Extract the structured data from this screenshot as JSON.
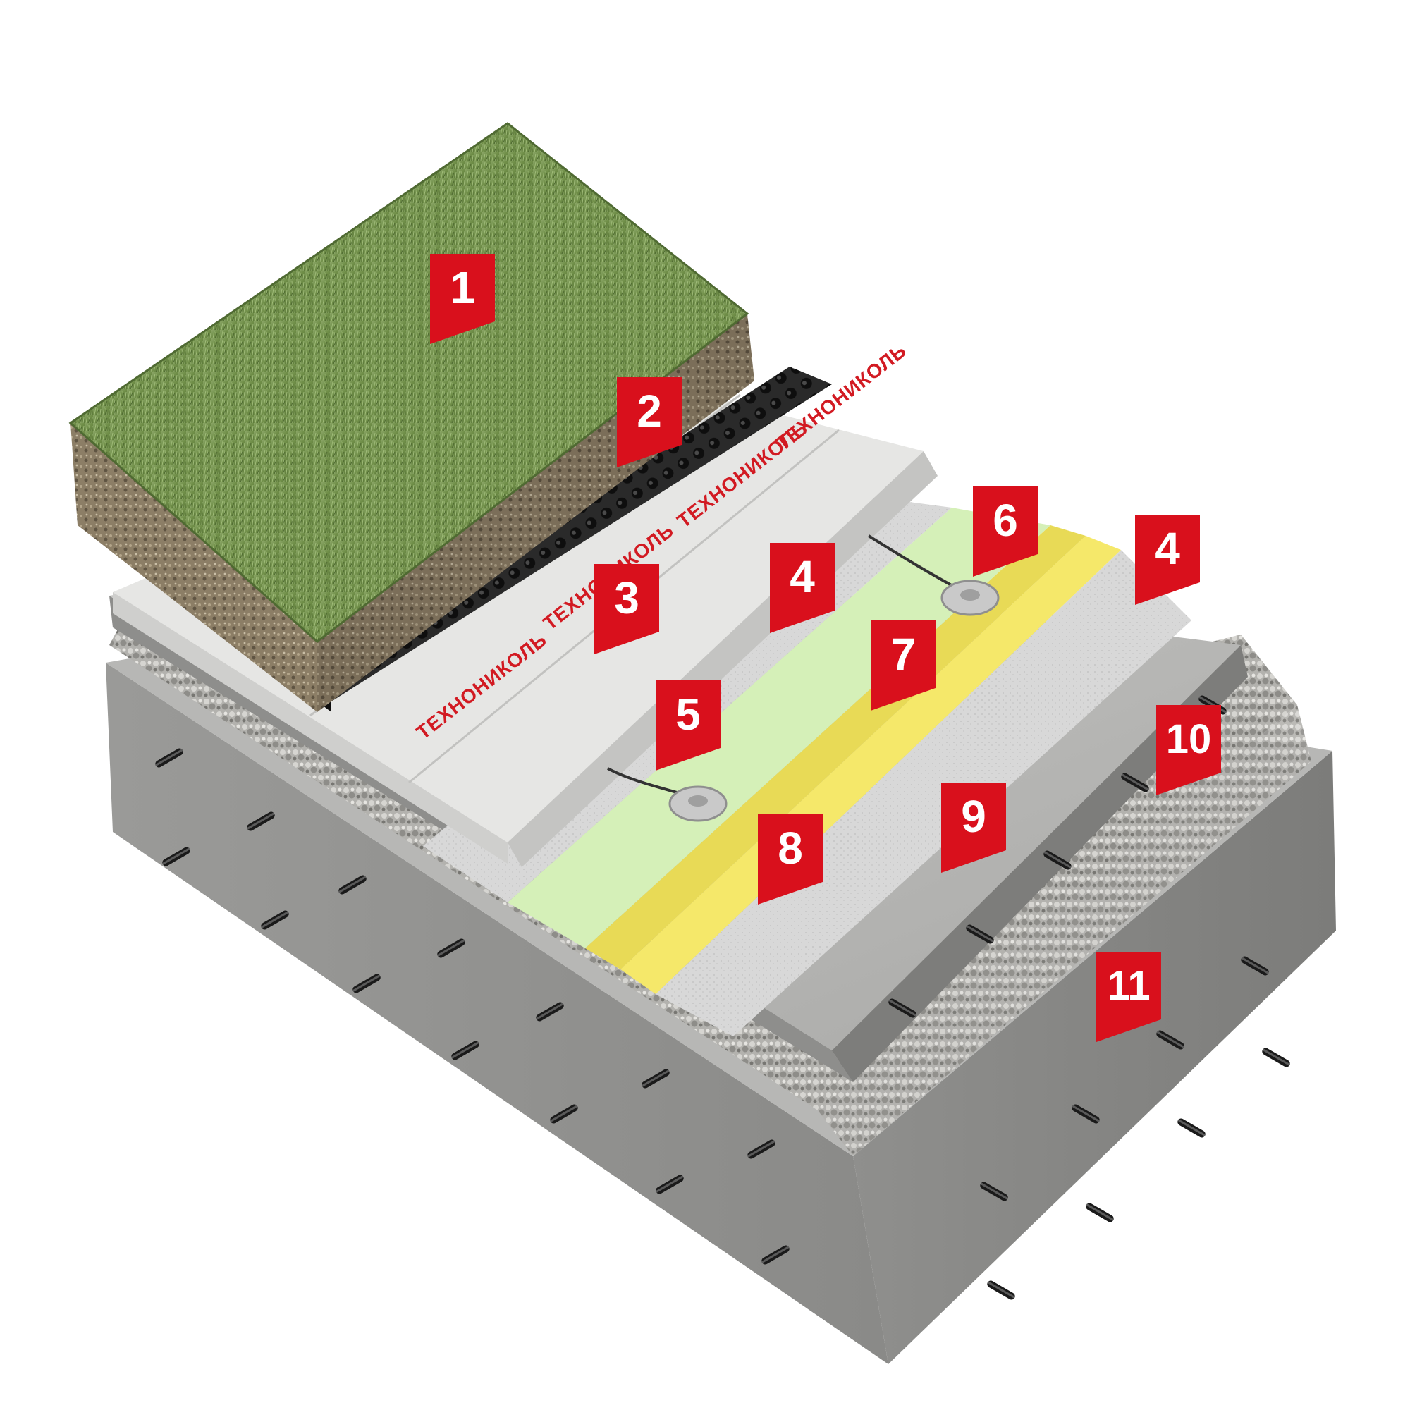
{
  "diagram": {
    "brand_text": "ТЕХНОНИКОЛЬ",
    "colors": {
      "marker": "#d9101c",
      "grass": "#6f8e48",
      "soil": "#8c7e66",
      "concrete": "#a4a4a2",
      "gravel": "#bdbcb8",
      "green_membrane": "#d5f0b8",
      "yellow_membrane": "#f5e86a",
      "insulation": "#e6e6e4",
      "drainage": "#1e1e1e"
    },
    "icons": [
      "grass-icon",
      "drainage-membrane-icon",
      "insulation-board-icon",
      "sensor-disc-icon",
      "rebar-icon"
    ],
    "markers": [
      {
        "label": "1"
      },
      {
        "label": "2"
      },
      {
        "label": "3"
      },
      {
        "label": "4"
      },
      {
        "label": "5"
      },
      {
        "label": "6"
      },
      {
        "label": "7"
      },
      {
        "label": "4"
      },
      {
        "label": "8"
      },
      {
        "label": "9"
      },
      {
        "label": "10"
      },
      {
        "label": "11"
      }
    ]
  }
}
